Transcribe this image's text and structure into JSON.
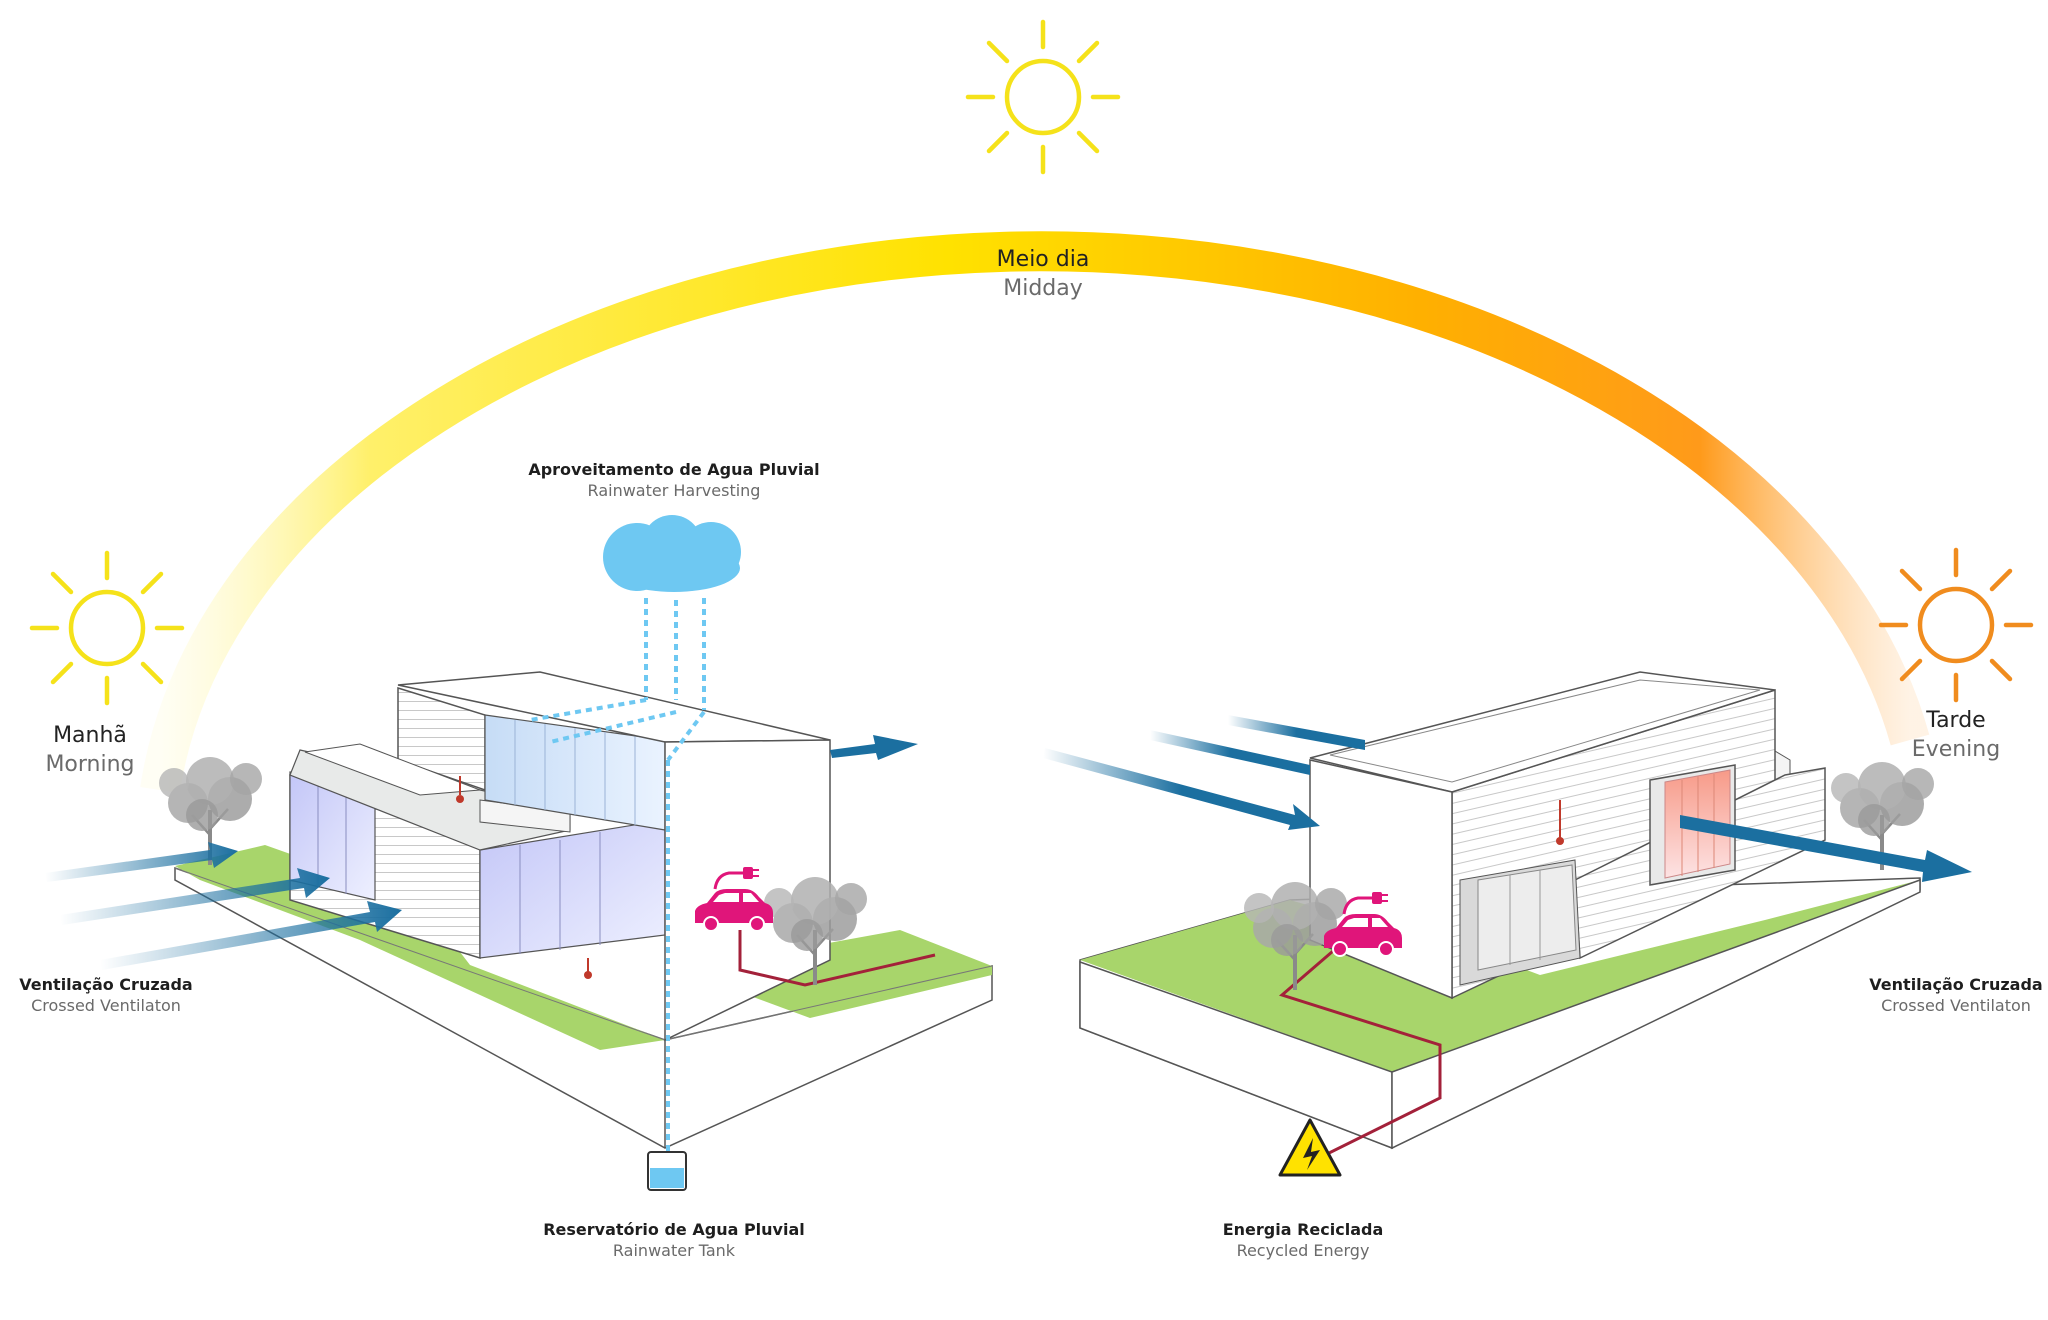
{
  "colors": {
    "sun_yellow": "#f5e21a",
    "sun_orange": "#f08c1e",
    "arc_start": "#fff7b0",
    "arc_mid": "#ffd600",
    "arc_end": "#ff9d00",
    "wind_blue": "#1b6fa0",
    "rain_blue": "#6ec8f2",
    "lawn_green": "#a8d56b",
    "energy_magenta": "#e0157a",
    "cable_red": "#a3213a",
    "glass_blue": "#c9cdf5",
    "glass_warm": "#f7a9a0",
    "warning_yellow": "#ffe200"
  },
  "icons": [
    "sun-icon",
    "cloud-icon",
    "car-icon",
    "thermometer-icon",
    "tree-icon",
    "warning-icon",
    "tank-icon",
    "wind-arrow-icon"
  ],
  "labels": {
    "midday": {
      "pt": "Meio dia",
      "en": "Midday"
    },
    "morning": {
      "pt": "Manhã",
      "en": "Morning"
    },
    "evening": {
      "pt": "Tarde",
      "en": "Evening"
    },
    "rainwater_harvesting": {
      "pt": "Aproveitamento de Agua Pluvial",
      "en": "Rainwater Harvesting"
    },
    "ventilation_left": {
      "pt": "Ventilação Cruzada",
      "en": "Crossed Ventilaton"
    },
    "ventilation_right": {
      "pt": "Ventilação Cruzada",
      "en": "Crossed Ventilaton"
    },
    "rainwater_tank": {
      "pt": "Reservatório de Agua Pluvial",
      "en": "Rainwater Tank"
    },
    "recycled_energy": {
      "pt": "Energia Reciclada",
      "en": "Recycled Energy"
    }
  }
}
